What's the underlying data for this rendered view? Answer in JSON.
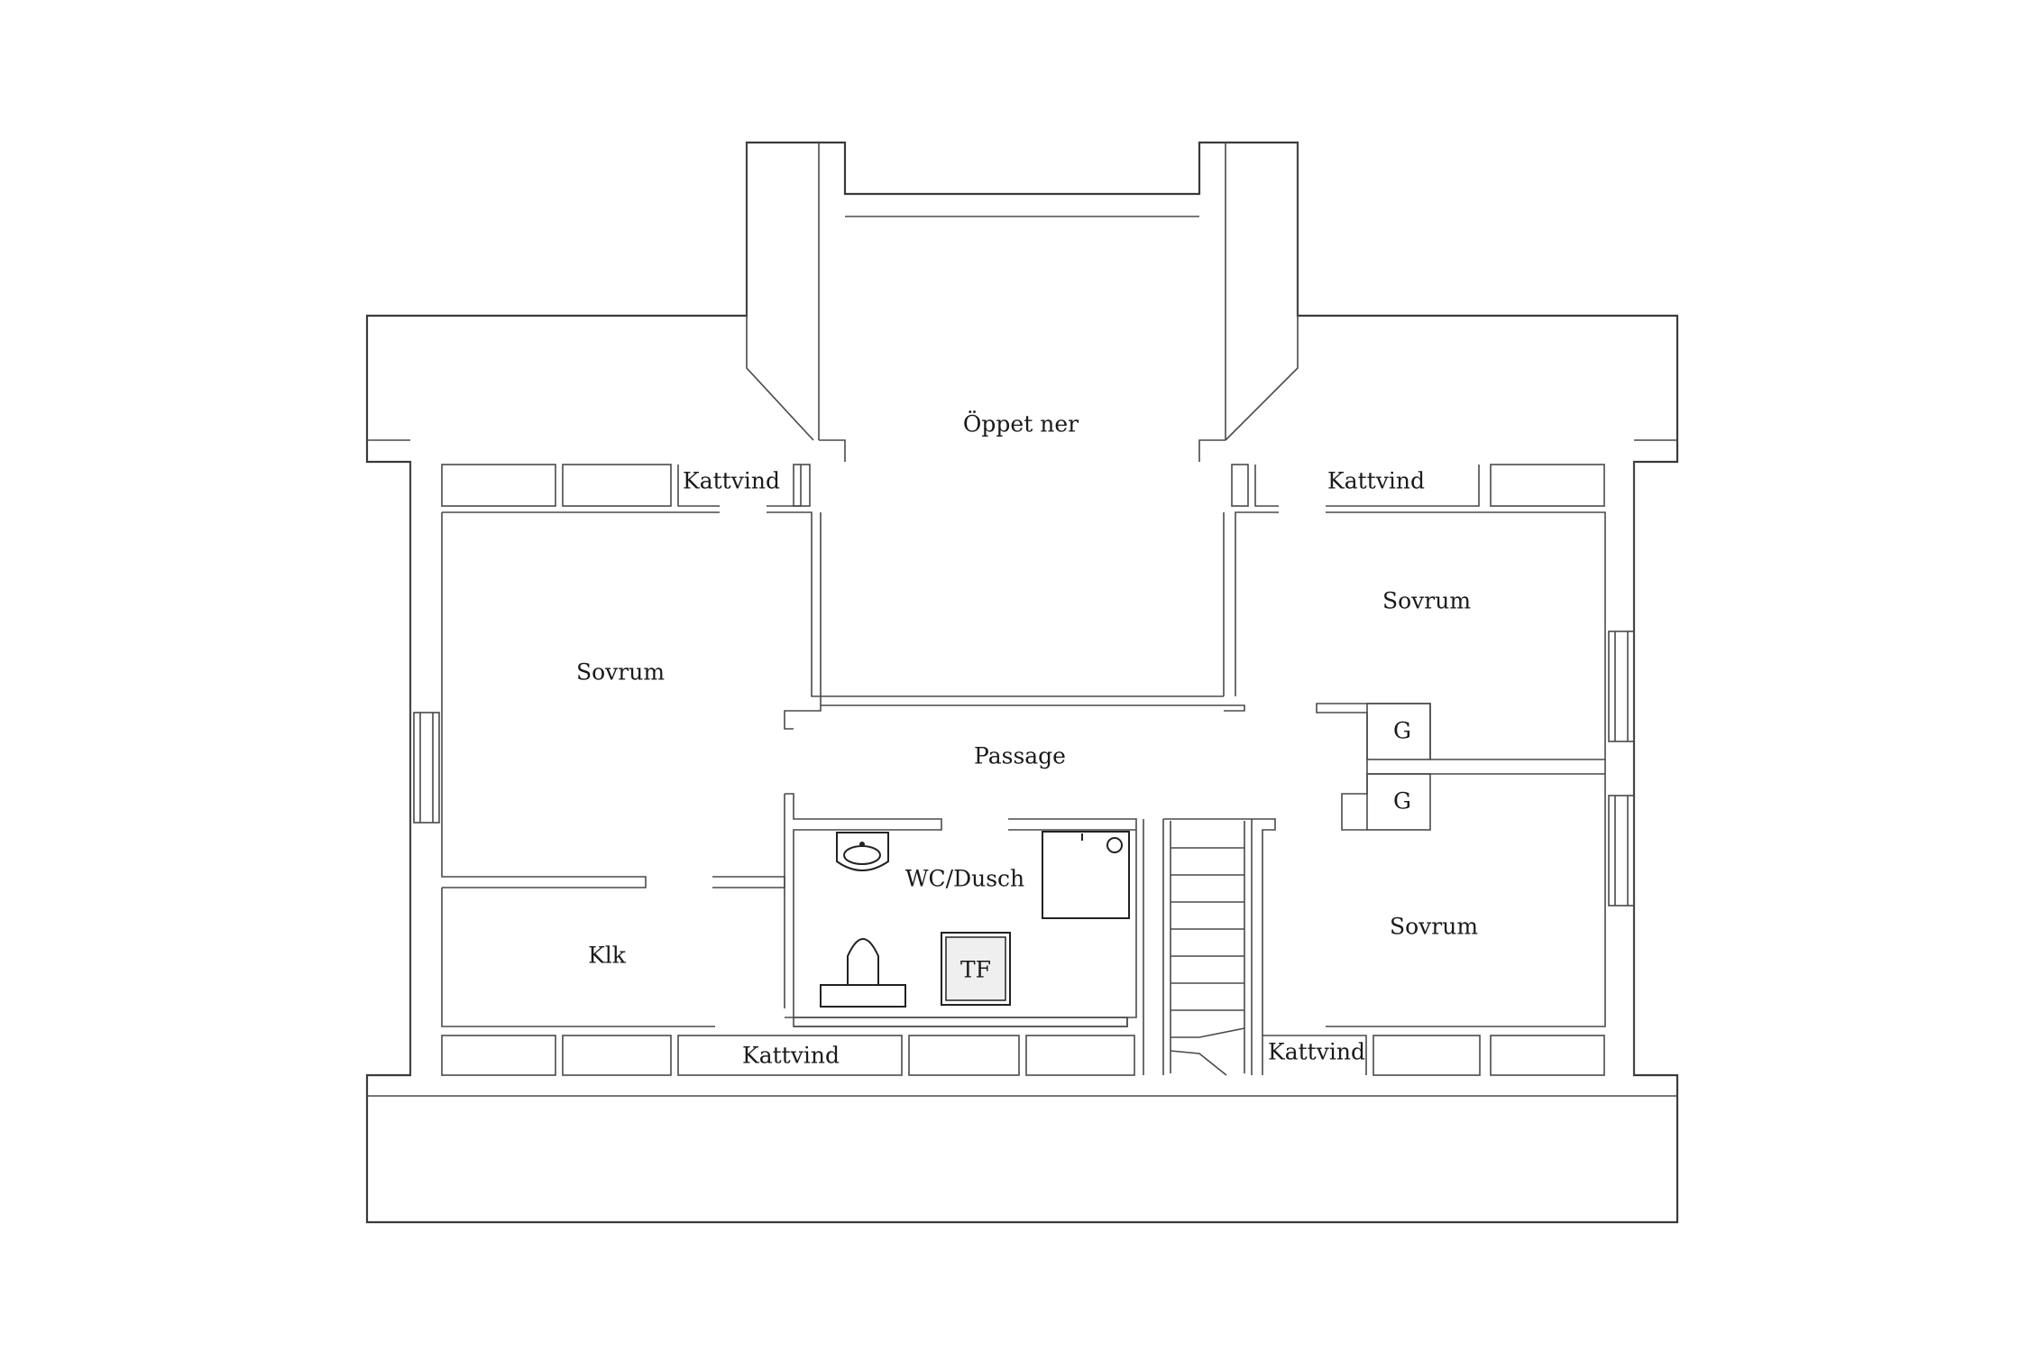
{
  "rooms": {
    "open_below": "Öppet ner",
    "bedroom_left": "Sovrum",
    "bedroom_right_top": "Sovrum",
    "bedroom_right_bottom": "Sovrum",
    "passage": "Passage",
    "wc_shower": "WC/Dusch",
    "walk_in_closet": "Klk",
    "laundry": "TF",
    "wardrobe_top": "G",
    "wardrobe_bottom": "G"
  },
  "storage": {
    "attic_top_left": "Kattvind",
    "attic_top_right": "Kattvind",
    "attic_bottom_left": "Kattvind",
    "attic_bottom_right": "Kattvind"
  }
}
